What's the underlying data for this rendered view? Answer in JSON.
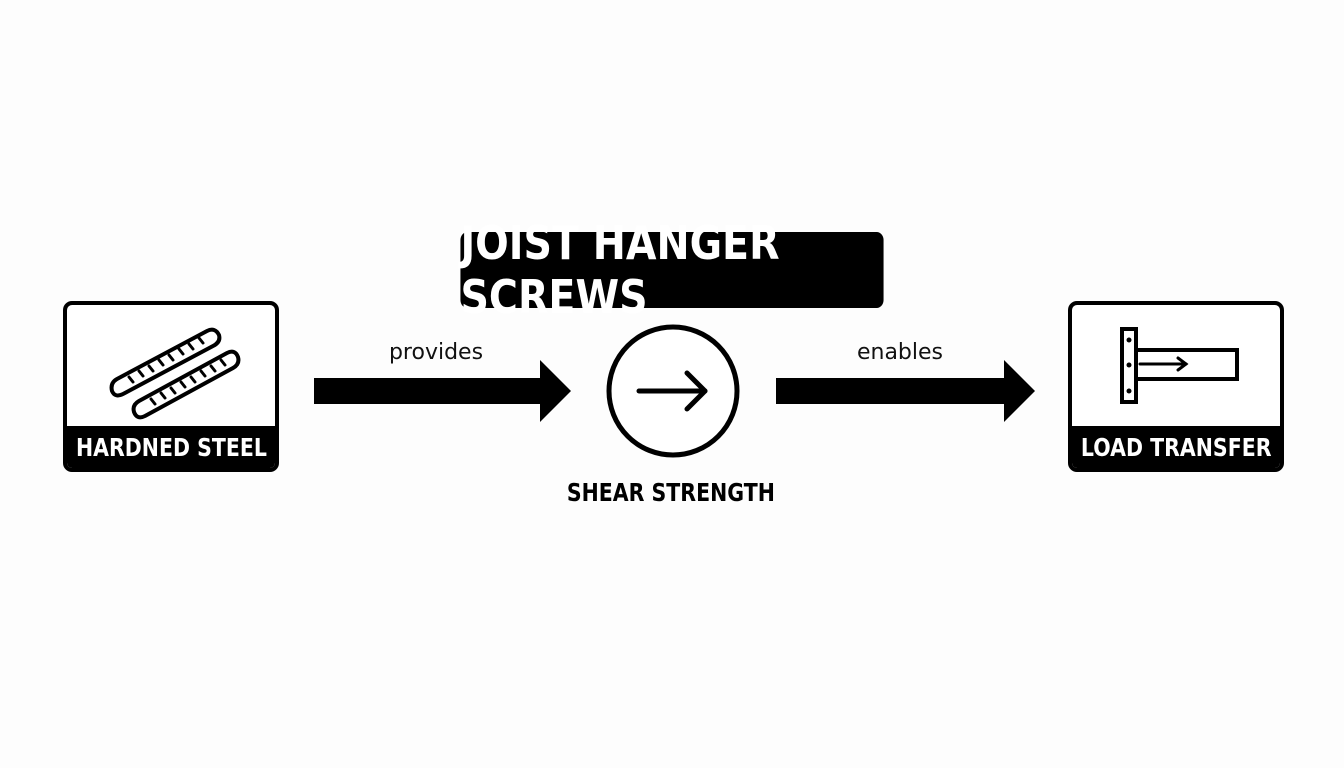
{
  "title": "JOIST HANGER SCREWS",
  "nodes": {
    "source": {
      "label": "HARDNED STEEL",
      "icon": "steel-bars-icon"
    },
    "center": {
      "label": "SHEAR STRENGTH",
      "icon": "arrow-right-circle-icon"
    },
    "target": {
      "label": "LOAD TRANSFER",
      "icon": "load-transfer-icon"
    }
  },
  "edges": [
    {
      "from": "source",
      "to": "center",
      "label": "provides"
    },
    {
      "from": "center",
      "to": "target",
      "label": "enables"
    }
  ],
  "colors": {
    "primary": "#000000",
    "background": "#fdfdfd",
    "label_text": "#ffffff"
  }
}
